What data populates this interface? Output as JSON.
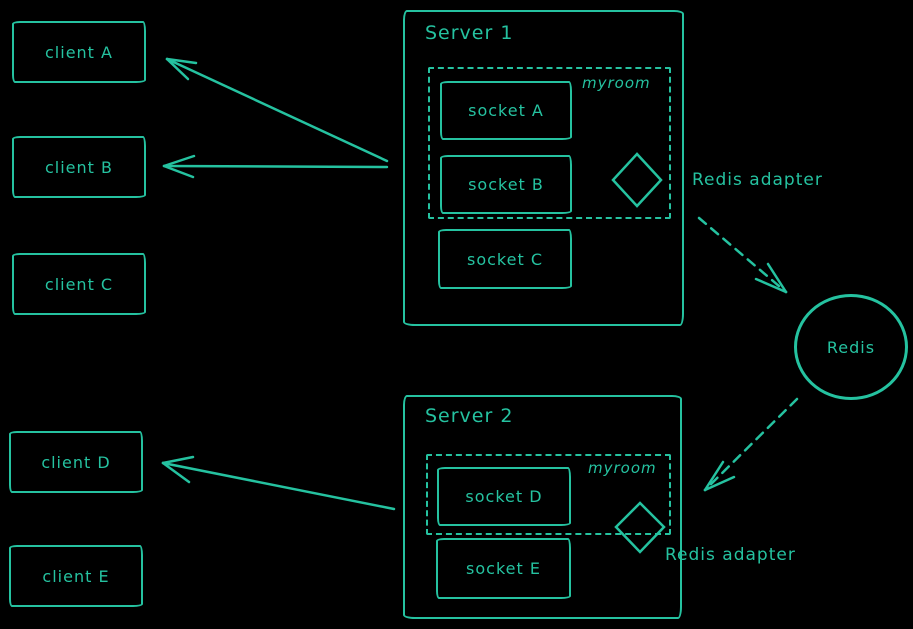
{
  "colors": {
    "stroke": "#25c2a0",
    "background": "#000000"
  },
  "clients": [
    "client A",
    "client B",
    "client C",
    "client D",
    "client E"
  ],
  "servers": [
    {
      "title": "Server 1",
      "room": "myroom",
      "room_sockets": [
        "socket A",
        "socket B"
      ],
      "other_sockets": [
        "socket C"
      ],
      "adapter_label": "Redis adapter"
    },
    {
      "title": "Server 2",
      "room": "myroom",
      "room_sockets": [
        "socket D"
      ],
      "other_sockets": [
        "socket E"
      ],
      "adapter_label": "Redis adapter"
    }
  ],
  "redis": {
    "label": "Redis"
  }
}
